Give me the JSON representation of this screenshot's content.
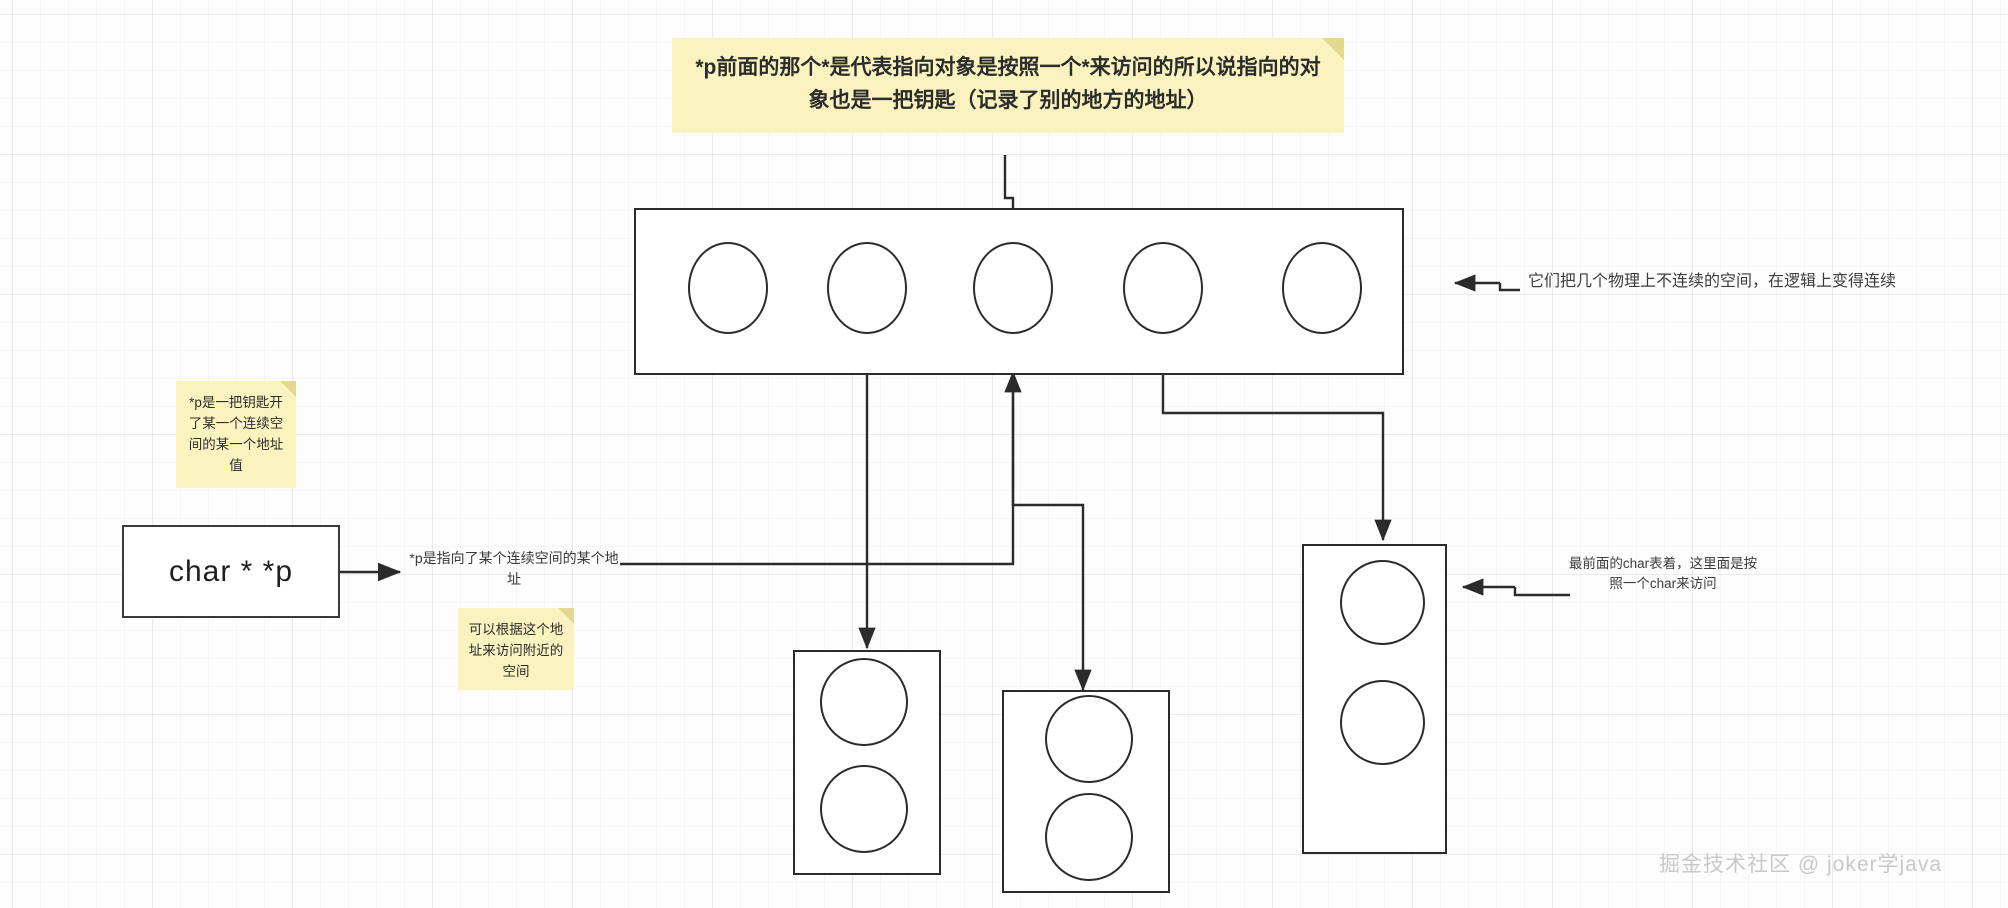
{
  "diagram": {
    "title": "char ** pointer memory layout diagram",
    "colors": {
      "stroke": "#2b2b2b",
      "sticky_bg": "#faf3bf",
      "sticky_fold": "#e2d88f",
      "canvas_bg": "#fdfdfd",
      "text": "#3c3c3c",
      "watermark": "#c9c9c9"
    },
    "notes": {
      "top": "*p前面的那个*是代表指向对象是按照一个*来访问的所以说指向的对象也是一把钥匙（记录了别的地方的地址）",
      "left_upper": "*p是一把钥匙开了某一个连续空间的某一个地址值",
      "left_lower": "可以根据这个地址来访问附近的空间"
    },
    "boxes": {
      "var": {
        "label": "char * *p"
      },
      "array": {
        "slots": 5
      },
      "child_left": {
        "slots": 2
      },
      "child_middle": {
        "slots": 2
      },
      "child_right": {
        "slots": 2
      }
    },
    "annotations": {
      "array_right": "它们把几个物理上不连续的空间，在逻辑上变得连续",
      "child_right": "最前面的char表着，这里面是按照一个char来访问",
      "var_edge": "*p是指向了某个连续空间的某个地址"
    },
    "watermark": "掘金技术社区 @ joker学java"
  }
}
